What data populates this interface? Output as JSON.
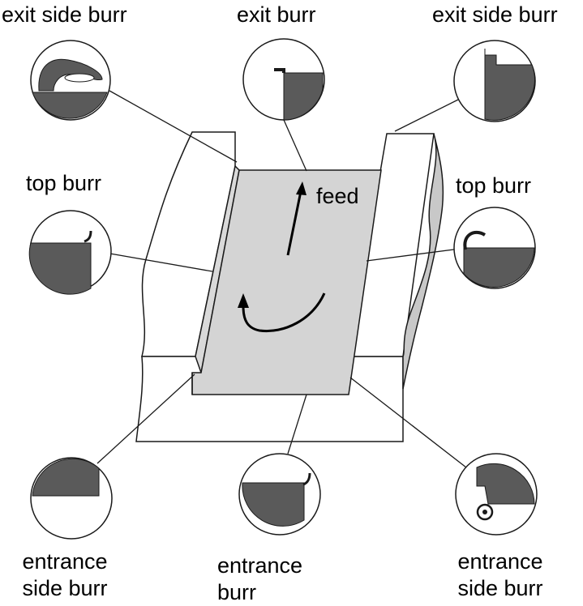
{
  "labels": {
    "exit_side_burr_left": "exit side burr",
    "exit_burr": "exit burr",
    "exit_side_burr_right": "exit side burr",
    "top_burr_left": "top burr",
    "top_burr_right": "top burr",
    "feed": "feed",
    "entrance_side_burr_left": [
      "entrance",
      "side burr"
    ],
    "entrance_burr": [
      "entrance",
      "burr"
    ],
    "entrance_side_burr_right": [
      "entrance",
      "side burr"
    ]
  },
  "colors": {
    "burr_fill": "#5a5a5a",
    "workpiece_fill": "#d4d4d4",
    "side_fill": "#c8c8c8",
    "line": "#1a1a1a"
  }
}
